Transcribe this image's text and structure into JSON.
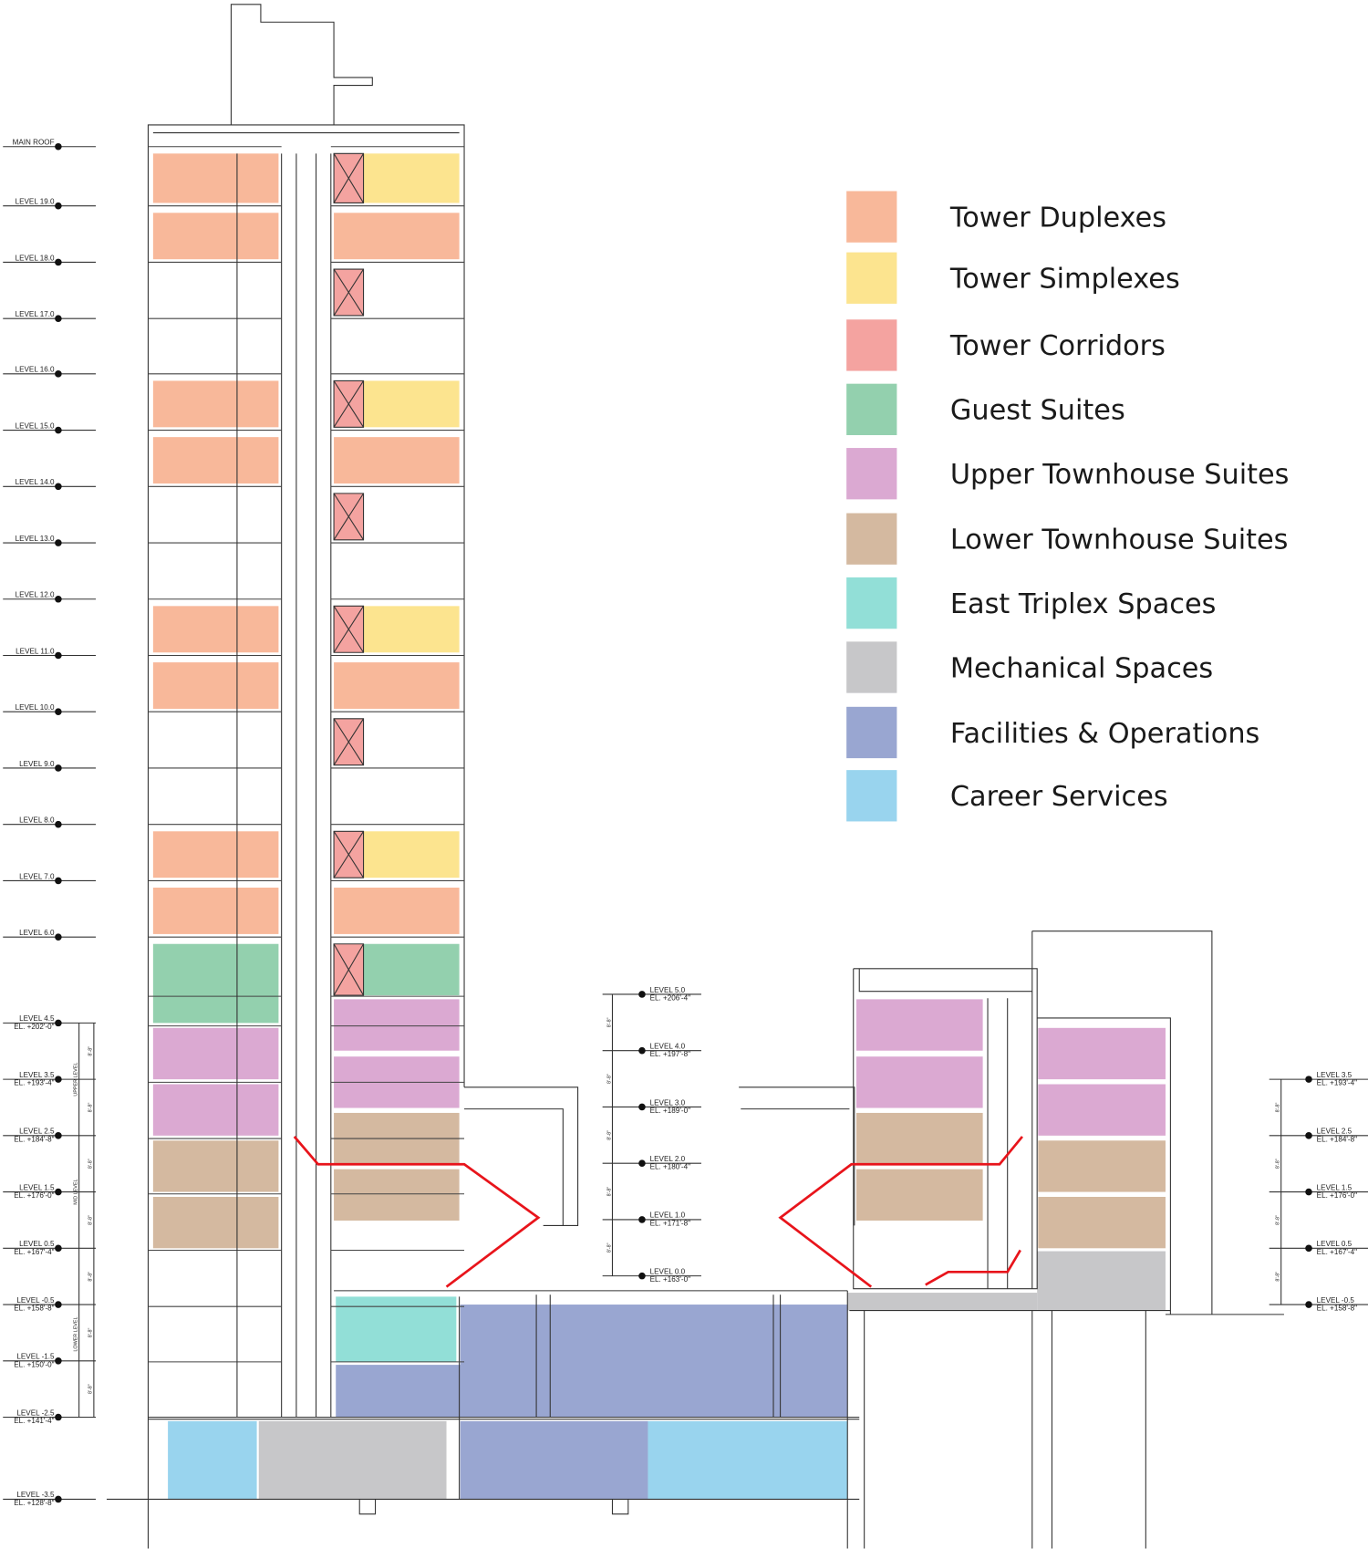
{
  "legend": [
    {
      "label": "Tower Duplexes",
      "color": "#F8B89A"
    },
    {
      "label": "Tower Simplexes",
      "color": "#FCE48F"
    },
    {
      "label": "Tower Corridors",
      "color": "#F4A3A0"
    },
    {
      "label": "Guest Suites",
      "color": "#93D0AE"
    },
    {
      "label": "Upper Townhouse Suites",
      "color": "#DBA9D2"
    },
    {
      "label": "Lower Townhouse Suites",
      "color": "#D4B9A0"
    },
    {
      "label": "East Triplex Spaces",
      "color": "#92DFD7"
    },
    {
      "label": "Mechanical Spaces",
      "color": "#C7C7C9"
    },
    {
      "label": "Facilities & Operations",
      "color": "#99A6D1"
    },
    {
      "label": "Career Services",
      "color": "#99D4EE"
    }
  ],
  "left_levels": [
    {
      "name": "MAIN ROOF"
    },
    {
      "name": "LEVEL 19.0"
    },
    {
      "name": "LEVEL 18.0"
    },
    {
      "name": "LEVEL 17.0"
    },
    {
      "name": "LEVEL 16.0"
    },
    {
      "name": "LEVEL 15.0"
    },
    {
      "name": "LEVEL 14.0"
    },
    {
      "name": "LEVEL 13.0"
    },
    {
      "name": "LEVEL 12.0"
    },
    {
      "name": "LEVEL 11.0"
    },
    {
      "name": "LEVEL 10.0"
    },
    {
      "name": "LEVEL 9.0"
    },
    {
      "name": "LEVEL 8.0"
    },
    {
      "name": "LEVEL 7.0"
    },
    {
      "name": "LEVEL 6.0"
    },
    {
      "name": "LEVEL 4.5",
      "el": "EL. +202'-0\""
    },
    {
      "name": "LEVEL 3.5",
      "el": "EL. +193'-4\""
    },
    {
      "name": "LEVEL 2.5",
      "el": "EL. +184'-8\""
    },
    {
      "name": "LEVEL 1.5",
      "el": "EL. +176'-0\""
    },
    {
      "name": "LEVEL 0.5",
      "el": "EL. +167'-4\""
    },
    {
      "name": "LEVEL -0.5",
      "el": "EL. +158'-8\""
    },
    {
      "name": "LEVEL -1.5",
      "el": "EL. +150'-0\""
    },
    {
      "name": "LEVEL -2.5",
      "el": "EL. +141'-4\""
    },
    {
      "name": "LEVEL -3.5",
      "el": "EL. +128'-8\""
    }
  ],
  "mid_levels": [
    {
      "name": "LEVEL 5.0",
      "el": "EL. +206'-4\""
    },
    {
      "name": "LEVEL 4.0",
      "el": "EL. +197'-8\""
    },
    {
      "name": "LEVEL 3.0",
      "el": "EL. +189'-0\""
    },
    {
      "name": "LEVEL 2.0",
      "el": "EL. +180'-4\""
    },
    {
      "name": "LEVEL 1.0",
      "el": "EL. +171'-8\""
    },
    {
      "name": "LEVEL 0.0",
      "el": "EL. +163'-0\""
    }
  ],
  "right_levels": [
    {
      "name": "LEVEL 3.5",
      "el": "EL. +193'-4\""
    },
    {
      "name": "LEVEL 2.5",
      "el": "EL. +184'-8\""
    },
    {
      "name": "LEVEL 1.5",
      "el": "EL. +176'-0\""
    },
    {
      "name": "LEVEL 0.5",
      "el": "EL. +167'-4\""
    },
    {
      "name": "LEVEL -0.5",
      "el": "EL. +158'-8\""
    }
  ],
  "zones": {
    "upper": "UPPER LEVEL",
    "mid": "MID LEVEL",
    "lower": "LOWER LEVEL"
  },
  "floor_height": "8'-8\""
}
